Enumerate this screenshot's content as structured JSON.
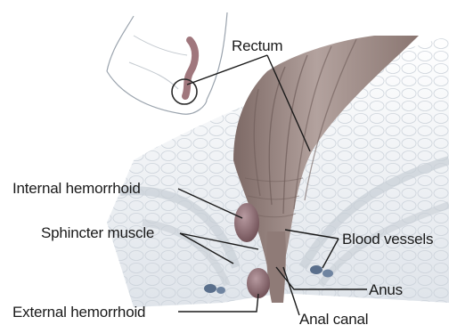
{
  "labels": {
    "rectum": "Rectum",
    "internal_hemorrhoid": "Internal hemorrhoid",
    "sphincter_muscle": "Sphincter muscle",
    "blood_vessels": "Blood vessels",
    "anus": "Anus",
    "external_hemorrhoid": "External hemorrhoid",
    "anal_canal": "Anal canal"
  },
  "colors": {
    "rectum_wall": "#9c8a86",
    "rectum_dark": "#6e5b58",
    "hemorrhoid": "#8b6a6e",
    "fat_tissue": "#eef1f4",
    "blood_vessel": "#5a6f8c"
  }
}
